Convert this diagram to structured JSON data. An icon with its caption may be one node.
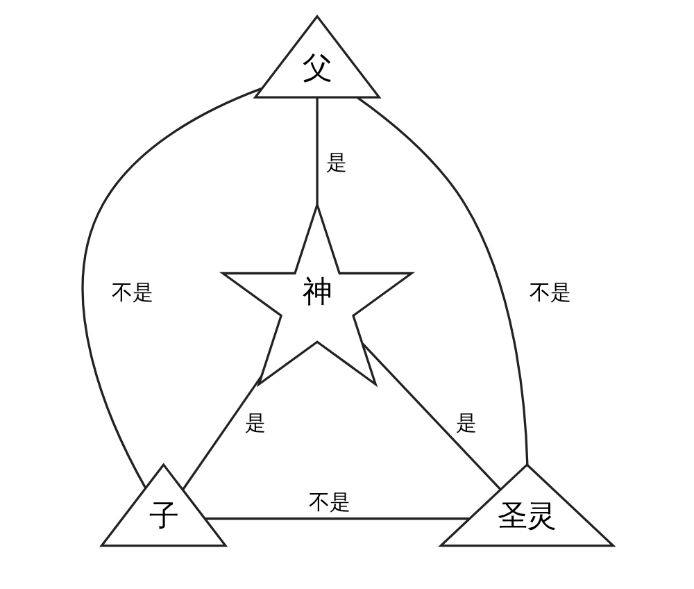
{
  "diagram": {
    "nodes": [
      {
        "text": [
          "父"
        ]
      },
      {
        "text": [
          "神"
        ]
      },
      {
        "text": [
          "子"
        ]
      },
      {
        "text": [
          "圣灵"
        ]
      }
    ],
    "edges": [
      {
        "from": 0,
        "to": 1,
        "arrow": "none",
        "label": "是"
      },
      {
        "from": 1,
        "to": 2,
        "arrow": "none",
        "label": "是"
      },
      {
        "from": 1,
        "to": 3,
        "arrow": "none",
        "label": "是"
      },
      {
        "from": 0,
        "to": 2,
        "arrow": "none",
        "label": "不是"
      },
      {
        "from": 0,
        "to": 3,
        "arrow": "none",
        "label": "不是"
      },
      {
        "from": 2,
        "to": 3,
        "arrow": "none",
        "label": "不是"
      }
    ]
  }
}
